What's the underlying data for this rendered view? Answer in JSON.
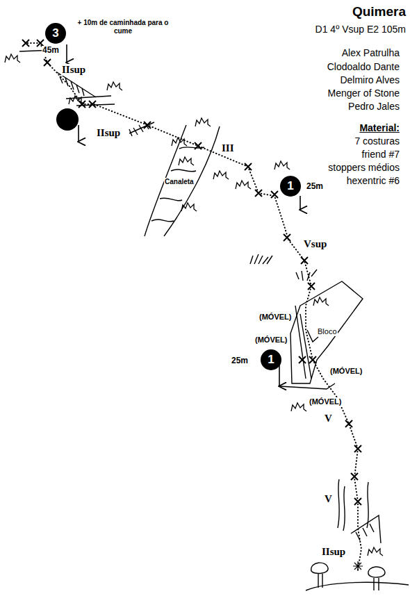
{
  "diagram": {
    "title": "Quimera",
    "nodes": [
      {
        "text": [
          "3"
        ]
      },
      {
        "text": [
          "1"
        ]
      },
      {
        "text": [
          "1"
        ]
      }
    ],
    "labels": [
      "D1 4º Vsup E2 105m",
      "Alex Patrulha",
      "Clodoaldo Dante",
      "Delmiro Alves",
      "Menger of Stone",
      "Pedro Jales",
      "Material:",
      "7 costuras",
      "friend #7",
      "stoppers médios",
      "hexentric #6",
      "+ 10m de caminhada para o cume",
      "45m",
      "IIsup",
      "IIsup",
      "III",
      "Canaleta",
      "25m",
      "Vsup",
      "(MÓVEL)",
      "(MÓVEL)",
      "Bloco",
      "25m",
      "(MÓVEL)",
      "(MÓVEL)",
      "V",
      "V",
      "IIsup"
    ]
  }
}
